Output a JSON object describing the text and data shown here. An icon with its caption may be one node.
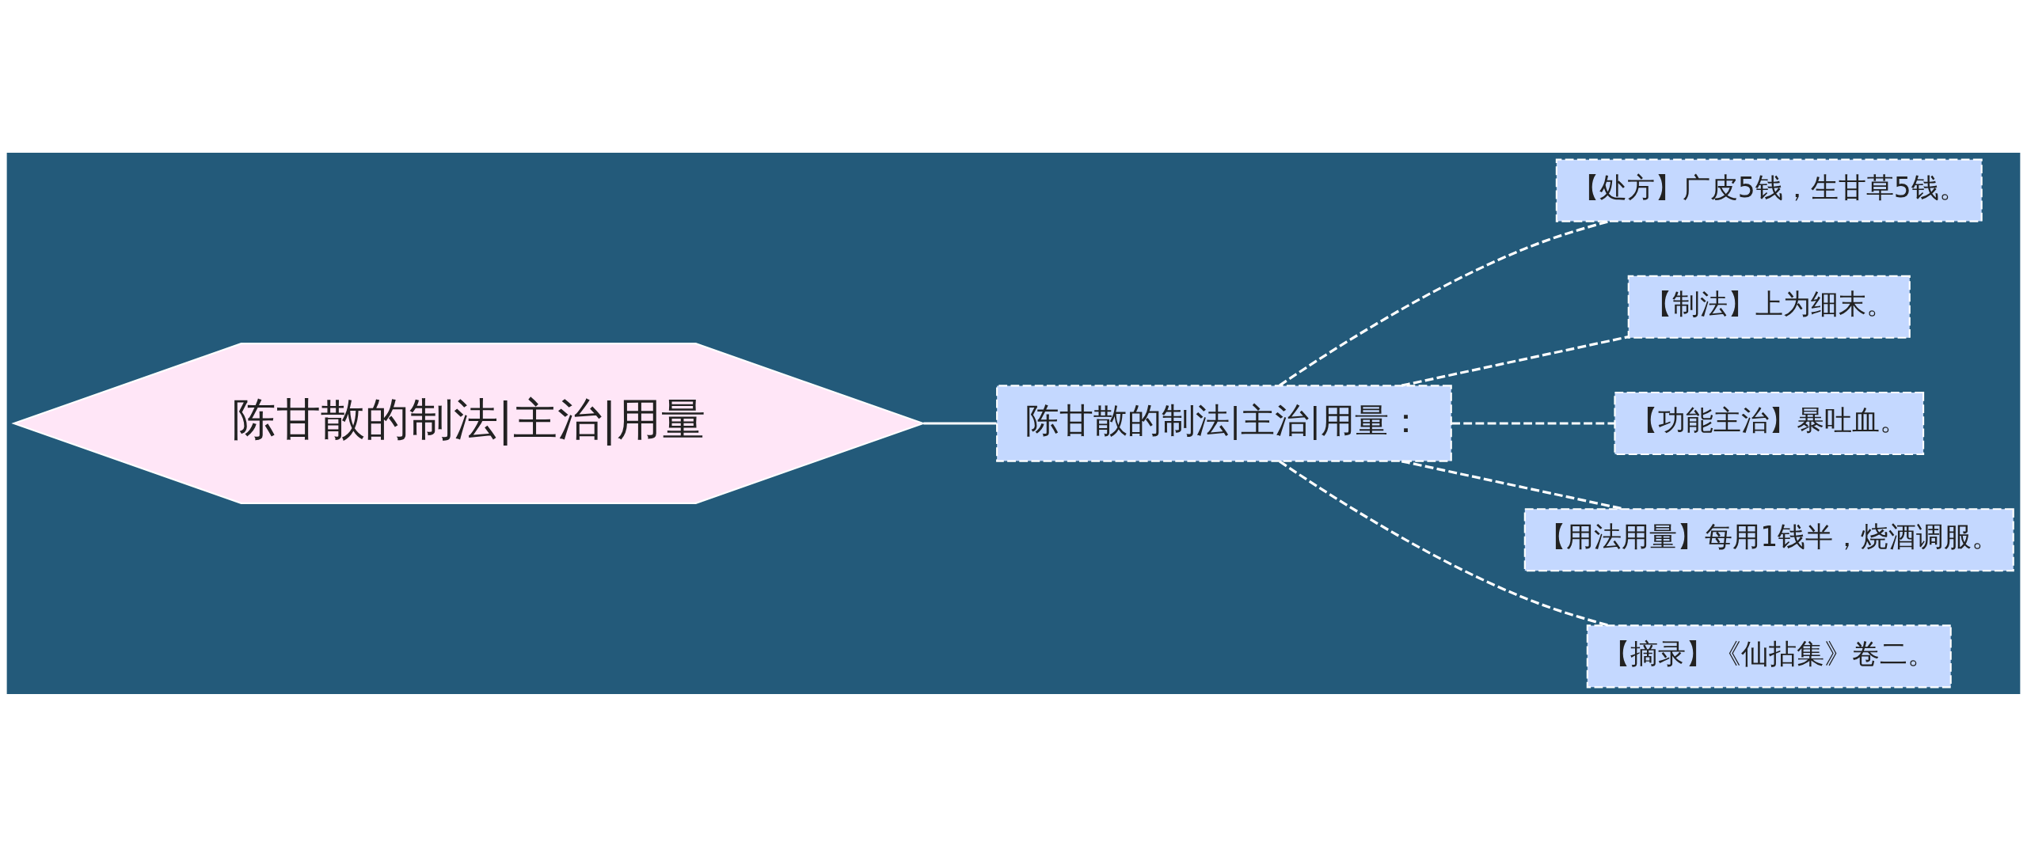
{
  "diagram": {
    "nodes": [
      {
        "text": [
          "陈甘散的制法|主治|用量"
        ]
      },
      {
        "text": [
          "陈甘散的制法|主治|用量："
        ]
      },
      {
        "text": [
          "【处方】广皮5钱，生甘草5钱。"
        ]
      },
      {
        "text": [
          "【制法】上为细末。"
        ]
      },
      {
        "text": [
          "【功能主治】暴吐血。"
        ]
      },
      {
        "text": [
          "【用法用量】每用1钱半，烧酒调服。"
        ]
      },
      {
        "text": [
          "【摘录】《仙拈集》卷二。"
        ]
      }
    ],
    "edges": [
      {
        "from": 0,
        "to": 1,
        "arrow": "none"
      },
      {
        "from": 1,
        "to": 2,
        "arrow": "none",
        "style": "dashed"
      },
      {
        "from": 1,
        "to": 3,
        "arrow": "none",
        "style": "dashed"
      },
      {
        "from": 1,
        "to": 4,
        "arrow": "none",
        "style": "dashed"
      },
      {
        "from": 1,
        "to": 5,
        "arrow": "none",
        "style": "dashed"
      },
      {
        "from": 1,
        "to": 6,
        "arrow": "none",
        "style": "dashed"
      }
    ]
  }
}
